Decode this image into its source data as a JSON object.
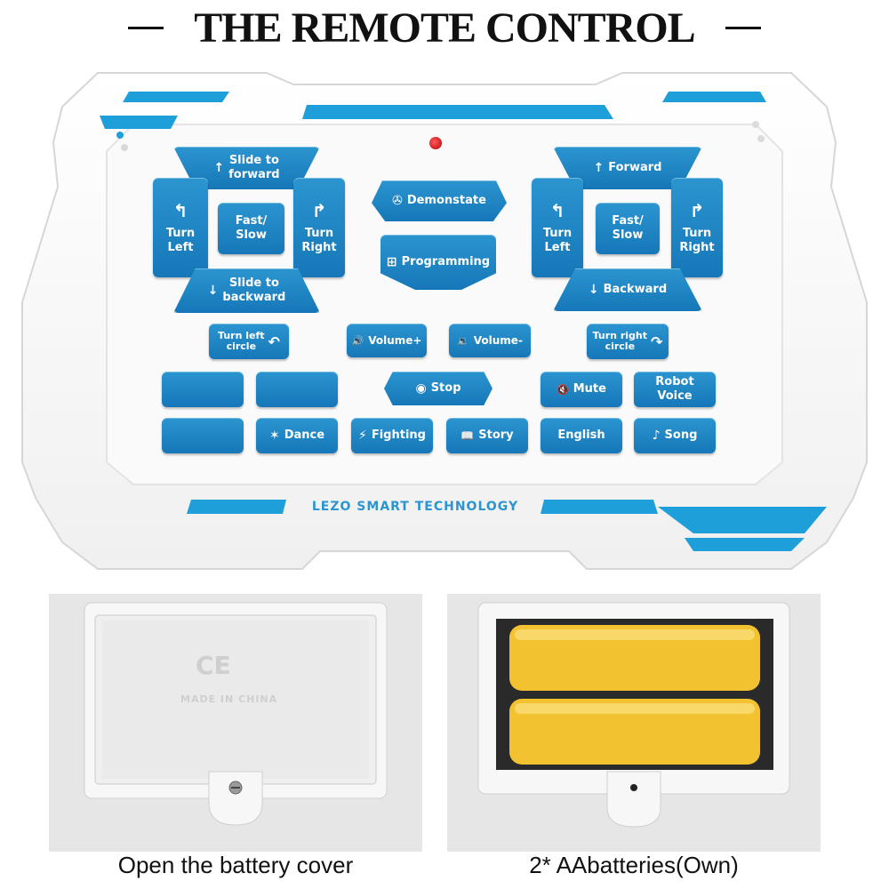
{
  "title": "THE REMOTE CONTROL",
  "led": {
    "label": "indicator-led"
  },
  "left_pad": {
    "slide_forward": {
      "icon": "↑",
      "label": "Slide to\nforward"
    },
    "turn_left": {
      "icon": "↰",
      "label": "Turn\nLeft"
    },
    "fast_slow": {
      "label": "Fast/\nSlow"
    },
    "turn_right": {
      "icon": "↱",
      "label": "Turn\nRight"
    },
    "slide_backward": {
      "icon": "↓",
      "label": "Slide to\nbackward"
    }
  },
  "center": {
    "demonstrate": {
      "icon": "✇",
      "label": "Demonstate"
    },
    "programming": {
      "icon": "⊞",
      "label": "Programming"
    }
  },
  "right_pad": {
    "forward": {
      "icon": "↑",
      "label": "Forward"
    },
    "turn_left": {
      "icon": "↰",
      "label": "Turn\nLeft"
    },
    "fast_slow": {
      "label": "Fast/\nSlow"
    },
    "turn_right": {
      "icon": "↱",
      "label": "Turn\nRight"
    },
    "backward": {
      "icon": "↓",
      "label": "Backward"
    }
  },
  "row_mid": {
    "turn_left_circle": {
      "icon": "↶",
      "label": "Turn left\ncircle"
    },
    "volume_up": {
      "icon": "🔊",
      "label": "Volume+"
    },
    "volume_down": {
      "icon": "🔉",
      "label": "Volume-"
    },
    "turn_right_circle": {
      "icon": "↷",
      "label": "Turn right\ncircle"
    }
  },
  "row_a": {
    "stop": {
      "icon": "◉",
      "label": "Stop"
    },
    "mute": {
      "icon": "🔇",
      "label": "Mute"
    },
    "robot_voice": {
      "label": "Robot\nVoice"
    }
  },
  "row_b": {
    "dance": {
      "icon": "✶",
      "label": "Dance"
    },
    "fighting": {
      "icon": "⚡",
      "label": "Fighting"
    },
    "story": {
      "icon": "📖",
      "label": "Story"
    },
    "english": {
      "label": "English"
    },
    "song": {
      "icon": "♪",
      "label": "Song"
    }
  },
  "brand": "LEZO SMART TECHNOLOGY",
  "cover_text": {
    "mark": "CE",
    "made_in": "MADE IN CHINA"
  },
  "captions": {
    "left": "Open the battery cover",
    "right": "2* AAbatteries(Own)"
  },
  "colors": {
    "accent": "#1f86c6",
    "battery": "#f2c230",
    "body": "#ffffff"
  }
}
